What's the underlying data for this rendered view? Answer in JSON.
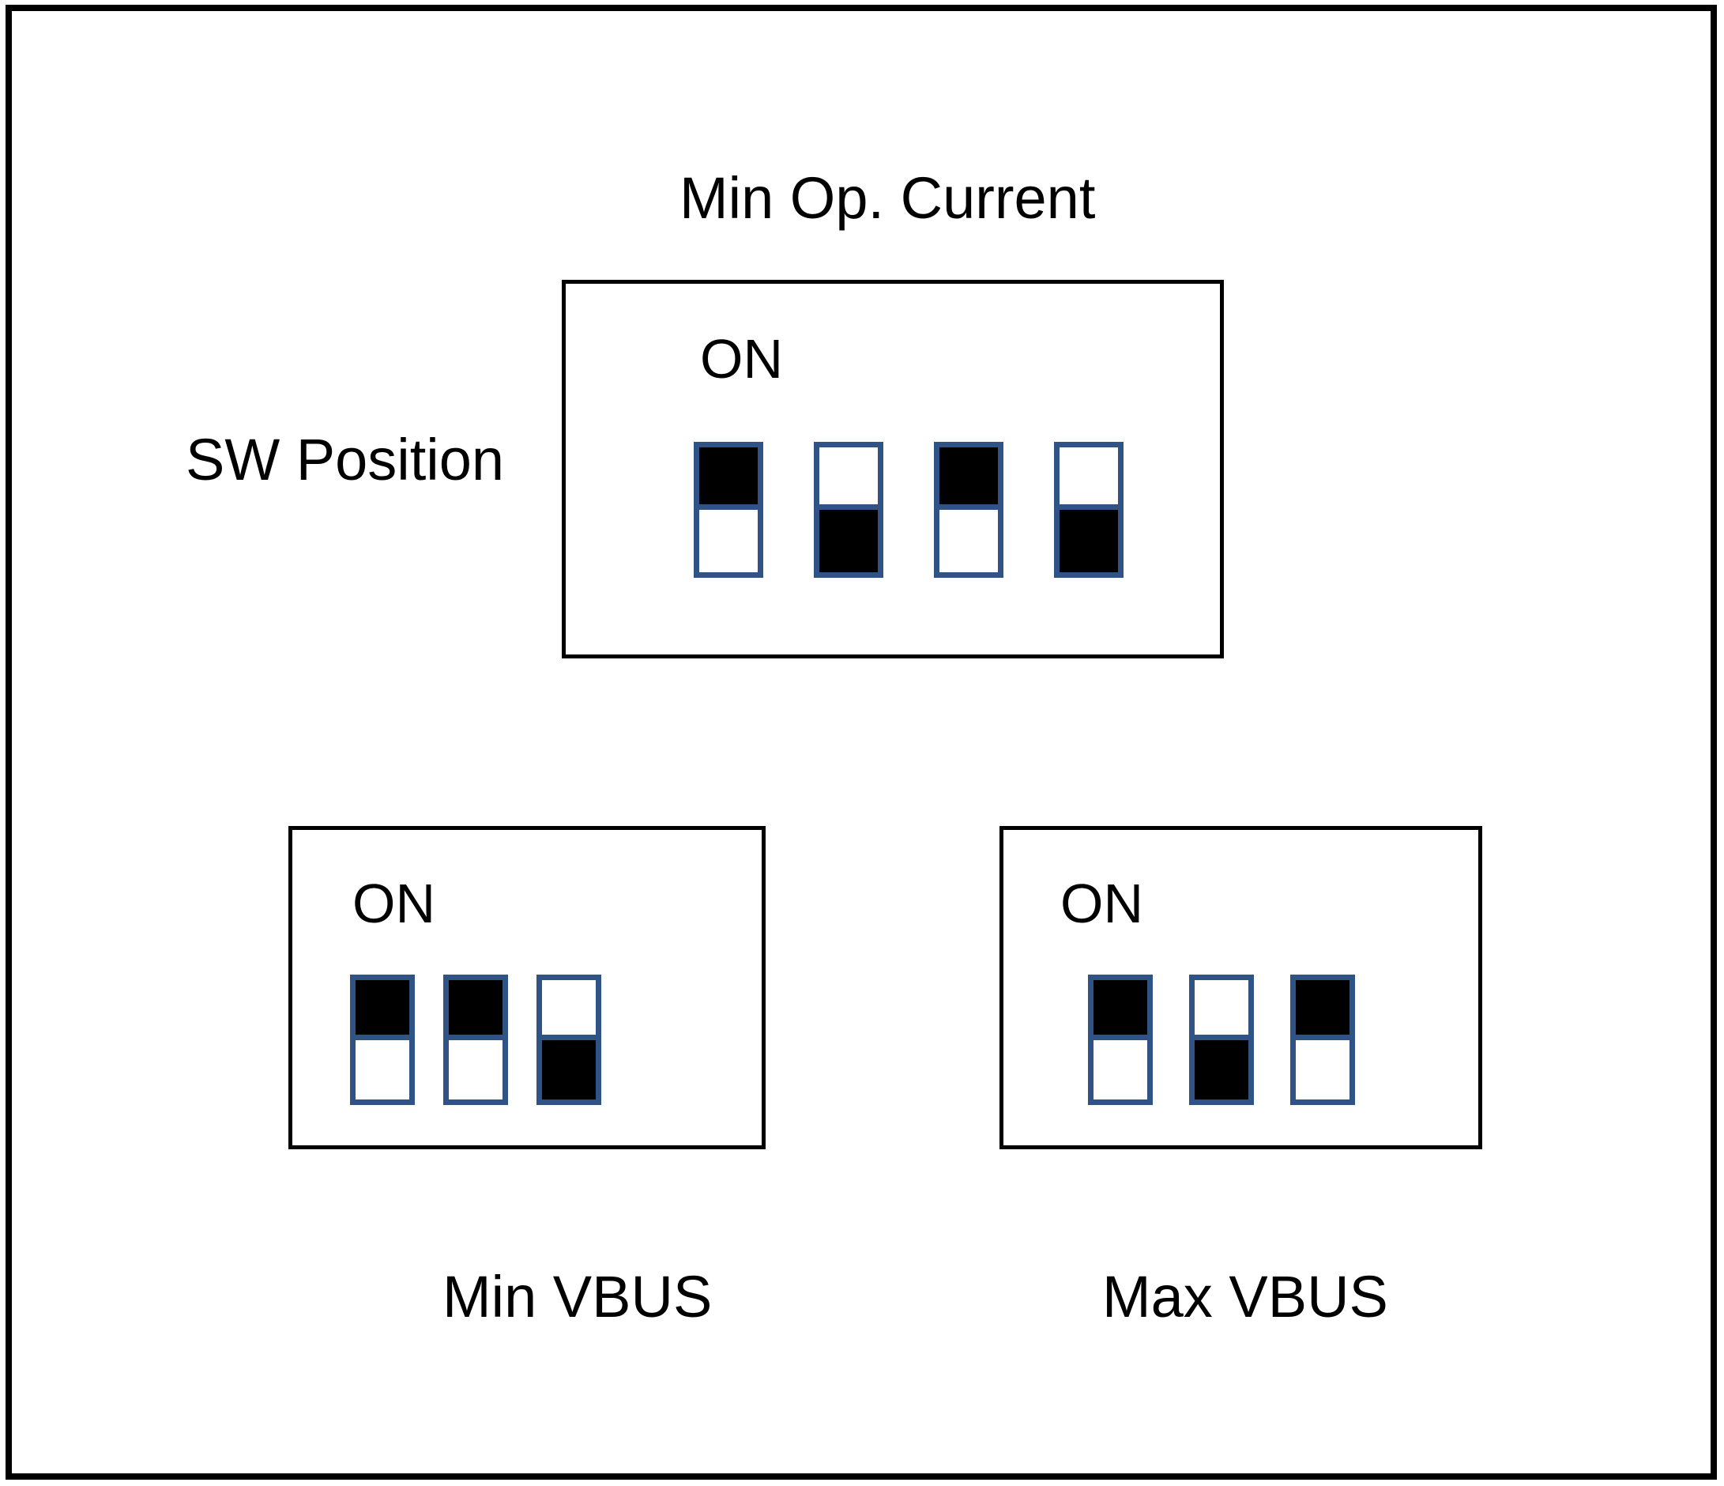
{
  "figure": {
    "title": "Min Op. Current",
    "side_label": "SW Position",
    "border_color": "#000000",
    "switch_border_color": "#2E5384",
    "switch_fill_color": "#000000",
    "background_color": "#FFFFFF"
  },
  "boxes": [
    {
      "id": "min-op-current",
      "name": "Min Op. Current",
      "on_label": "ON",
      "caption": "Min Op. Current",
      "caption_position": "above",
      "switch_count": 4,
      "switches": [
        {
          "index": 1,
          "position": "ON",
          "top_half": "filled",
          "bottom_half": "empty"
        },
        {
          "index": 2,
          "position": "OFF",
          "top_half": "empty",
          "bottom_half": "filled"
        },
        {
          "index": 3,
          "position": "ON",
          "top_half": "filled",
          "bottom_half": "empty"
        },
        {
          "index": 4,
          "position": "OFF",
          "top_half": "empty",
          "bottom_half": "filled"
        }
      ]
    },
    {
      "id": "min-vbus",
      "name": "Min VBUS",
      "on_label": "ON",
      "caption": "Min VBUS",
      "caption_position": "below",
      "switch_count": 3,
      "switches": [
        {
          "index": 1,
          "position": "ON",
          "top_half": "filled",
          "bottom_half": "empty"
        },
        {
          "index": 2,
          "position": "ON",
          "top_half": "filled",
          "bottom_half": "empty"
        },
        {
          "index": 3,
          "position": "OFF",
          "top_half": "empty",
          "bottom_half": "filled"
        }
      ]
    },
    {
      "id": "max-vbus",
      "name": "Max VBUS",
      "on_label": "ON",
      "caption": "Max VBUS",
      "caption_position": "below",
      "switch_count": 3,
      "switches": [
        {
          "index": 1,
          "position": "ON",
          "top_half": "filled",
          "bottom_half": "empty"
        },
        {
          "index": 2,
          "position": "OFF",
          "top_half": "empty",
          "bottom_half": "filled"
        },
        {
          "index": 3,
          "position": "ON",
          "top_half": "filled",
          "bottom_half": "empty"
        }
      ]
    }
  ]
}
